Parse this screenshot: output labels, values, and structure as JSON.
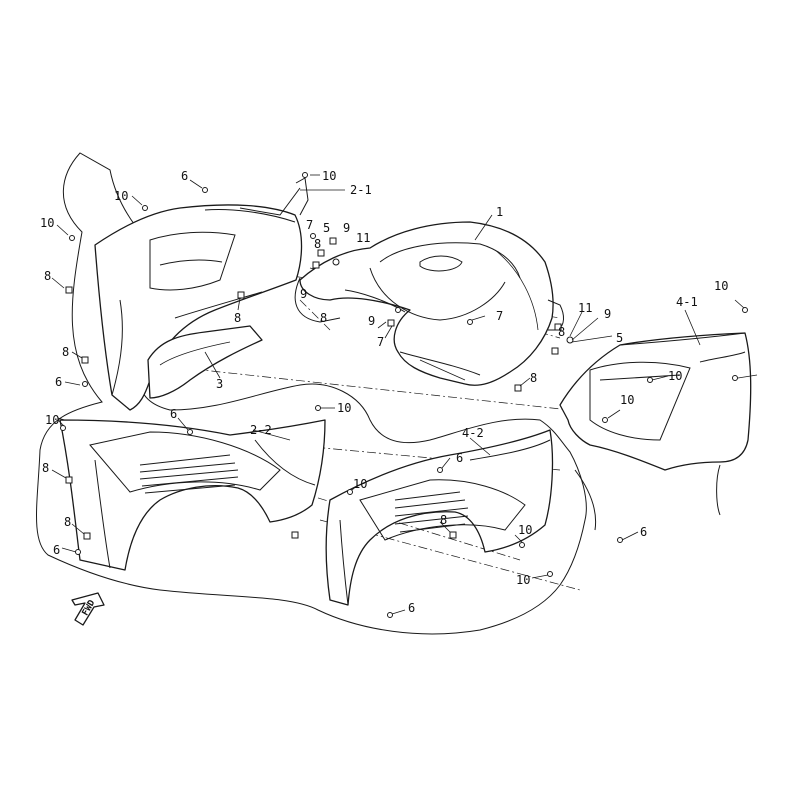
{
  "diagram": {
    "colors": {
      "line": "#1a1a1a",
      "background": "#ffffff"
    },
    "direction_marker": {
      "label": "FWD",
      "icon": "forward-arrow-icon"
    },
    "callouts": {
      "c1": "1",
      "c2_1": "2-1",
      "c2_2": "2-2",
      "c3": "3",
      "c4_1": "4-1",
      "c4_2": "4-2",
      "c5a": "5",
      "c5b": "5",
      "c6a": "6",
      "c6b": "6",
      "c6c": "6",
      "c6d": "6",
      "c6e": "6",
      "c6f": "6",
      "c6g": "6",
      "c7a": "7",
      "c7b": "7",
      "c7c": "7",
      "c8a": "8",
      "c8b": "8",
      "c8c": "8",
      "c8d": "8",
      "c8e": "8",
      "c8f": "8",
      "c8g": "8",
      "c8h": "8",
      "c8i": "8",
      "c8j": "8",
      "c9a": "9",
      "c9b": "9",
      "c9c": "9",
      "c9d": "9",
      "c10a": "10",
      "c10b": "10",
      "c10c": "10",
      "c10d": "10",
      "c10e": "10",
      "c10f": "10",
      "c10g": "10",
      "c10h": "10",
      "c10i": "10",
      "c10j": "10",
      "c10k": "10",
      "c11a": "11",
      "c11b": "11"
    }
  }
}
